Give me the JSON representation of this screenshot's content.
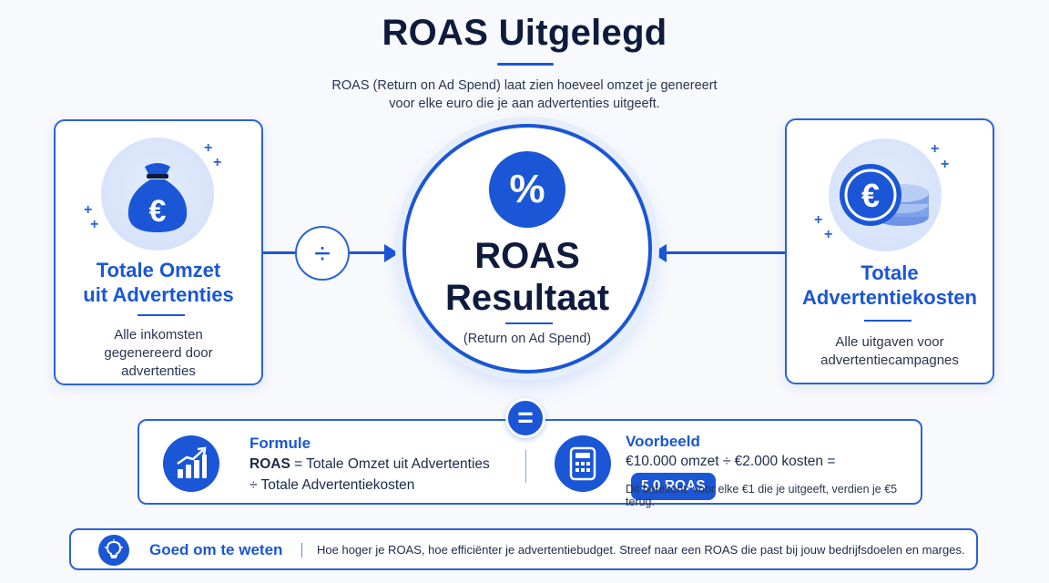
{
  "header": {
    "title": "ROAS Uitgelegd",
    "subtitle_line1": "ROAS (Return on Ad Spend) laat zien hoeveel omzet je genereert",
    "subtitle_line2": "voor elke euro die je aan advertenties uitgeeft."
  },
  "left_card": {
    "icon": "money-bag-euro-icon",
    "title_line1": "Totale Omzet",
    "title_line2": "uit Advertenties",
    "desc_line1": "Alle inkomsten",
    "desc_line2": "gegenereerd door",
    "desc_line3": "advertenties"
  },
  "operator": {
    "divide": "÷",
    "equals": "="
  },
  "center": {
    "icon_symbol": "%",
    "label_line1": "ROAS",
    "label_line2": "Resultaat",
    "sub": "(Return on Ad Spend)"
  },
  "right_card": {
    "icon": "euro-coin-stack-icon",
    "title_line1": "Totale",
    "title_line2": "Advertentiekosten",
    "desc_line1": "Alle uitgaven voor",
    "desc_line2": "advertentiecampagnes"
  },
  "formula": {
    "label": "Formule",
    "line1_bold": "ROAS",
    "line1_rest": " = Totale Omzet uit Advertenties",
    "line2": "÷  Totale Advertentiekosten"
  },
  "example": {
    "label": "Voorbeeld",
    "calc": "€10.000 omzet ÷ €2.000 kosten =",
    "result": "5,0 ROAS",
    "note": "Dit betekent: voor elke €1 die je uitgeeft, verdien je €5 terug."
  },
  "tip": {
    "label": "Goed om te weten",
    "text": "Hoe hoger je ROAS, hoe efficiënter je advertentiebudget. Streef naar een ROAS die past bij jouw bedrijfsdoelen en marges."
  },
  "colors": {
    "accent": "#1a56d6",
    "title": "#0f1b3d",
    "background": "#f7f9fd"
  }
}
